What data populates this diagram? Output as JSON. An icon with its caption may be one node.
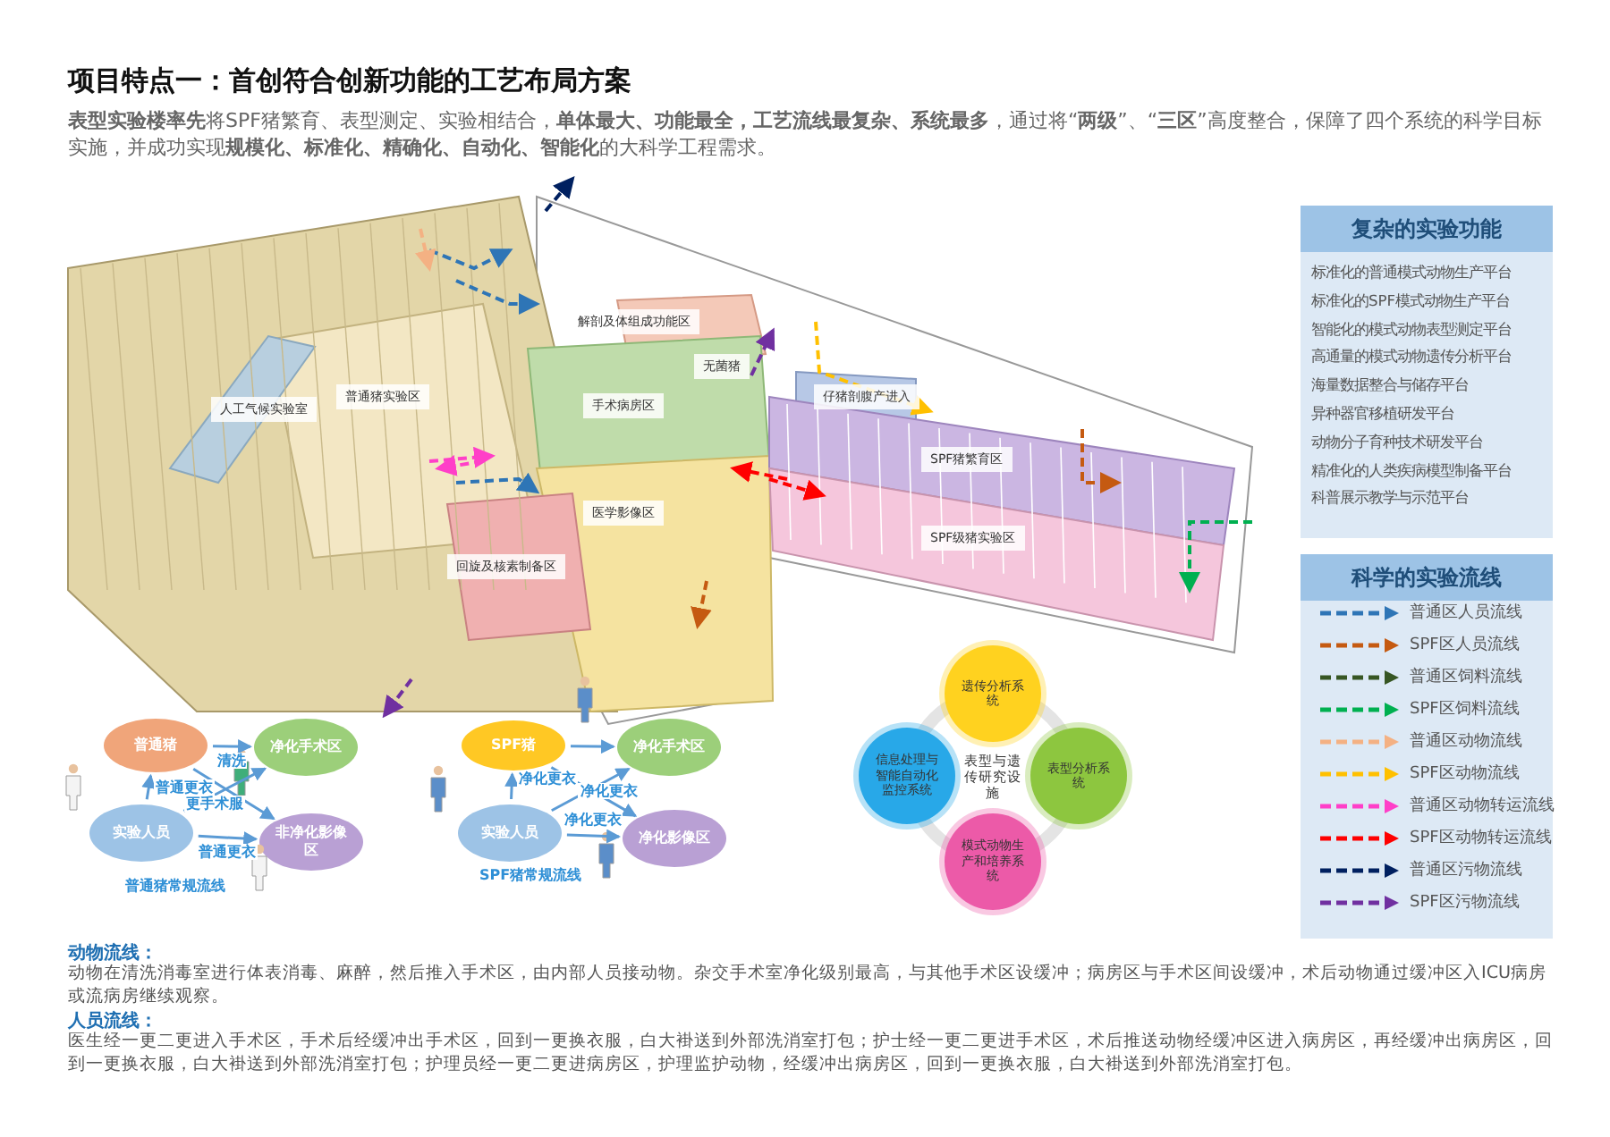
{
  "diagram": {
    "title": "项目特点一：首创符合创新功能的工艺布局方案",
    "nodes": [
      {
        "text": [
          "普通猪"
        ]
      },
      {
        "text": [
          "净化手术区"
        ]
      },
      {
        "text": [
          "实验人员"
        ]
      },
      {
        "text": [
          "非净化影像区"
        ]
      },
      {
        "text": [
          "SPF猪"
        ]
      },
      {
        "text": [
          "净化手术区"
        ]
      },
      {
        "text": [
          "实验人员"
        ]
      },
      {
        "text": [
          "净化影像区"
        ]
      },
      {
        "text": [
          "表型与遗传研究设施"
        ]
      },
      {
        "text": [
          "遗传分析系统"
        ]
      },
      {
        "text": [
          "表型分析系统"
        ]
      },
      {
        "text": [
          "模式动物生产和培养系统"
        ]
      },
      {
        "text": [
          "信息处理与智能自动化监控系统"
        ]
      },
      {
        "text": [
          "复杂的实验功能",
          "标准化的普通模式动物生产平台",
          "标准化的SPF模式动物生产平台",
          "智能化的模式动物表型测定平台",
          "高通量的模式动物遗传分析平台",
          "海量数据整合与储存平台",
          "异种器官移植研发平台",
          "动物分子育种技术研发平台",
          "精准化的人类疾病模型制备平台",
          "科普展示教学与示范平台"
        ]
      }
    ],
    "edges": [
      {
        "from": 0,
        "to": 1,
        "arrow": "to",
        "label": "清洗"
      },
      {
        "from": 0,
        "to": 3,
        "arrow": "to"
      },
      {
        "from": 2,
        "to": 0,
        "arrow": "to",
        "label": "普通更衣"
      },
      {
        "from": 2,
        "to": 1,
        "arrow": "to",
        "label": "更手术服"
      },
      {
        "from": 2,
        "to": 3,
        "arrow": "to",
        "label": "普通更衣"
      },
      {
        "from": 4,
        "to": 5,
        "arrow": "to"
      },
      {
        "from": 4,
        "to": 7,
        "arrow": "to"
      },
      {
        "from": 6,
        "to": 4,
        "arrow": "to",
        "label": "净化更衣"
      },
      {
        "from": 6,
        "to": 5,
        "arrow": "to",
        "label": "净化更衣"
      },
      {
        "from": 6,
        "to": 7,
        "arrow": "to",
        "label": "净化更衣"
      }
    ],
    "labels": [
      "**表型实验楼率先**将SPF猪繁育、表型测定、实验相结合，**单体最大、功能最全，工艺流线最复杂、系统最多**，通过将“**两级**”、“**三区**”高度整合，保障了四个系统的科学目标实施，并成功实现**规模化、标准化、精确化、自动化、智能化**的大科学工程需求。",
      "人工气候实验室",
      "普通猪实验区",
      "解剖及体组成功能区",
      "无菌猪",
      "手术病房区",
      "仔猪剖腹产进入",
      "SPF猪繁育区",
      "医学影像区",
      "SPF级猪实验区",
      "回旋及核素制备区",
      "普通猪常规流线",
      "SPF猪常规流线",
      "科学的实验流线",
      "动物流线：",
      "动物在清洗消毒室进行体表消毒、麻醉，然后推入手术区，由内部人员接动物。杂交手术室净化级别最高，与其他手术区设缓冲；病房区与手术区间设缓冲，术后动物通过缓冲区入ICU病房或流病房继续观察。",
      "人员流线：",
      "医生经一更二更进入手术区，手术后经缓冲出手术区，回到一更换衣服，白大褂送到外部洗消室打包；护士经一更二更进手术区，术后推送动物经缓冲区进入病房区，再经缓冲出病房区，回到一更换衣服，白大褂送到外部洗消室打包；护理员经一更二更进病房区，护理监护动物，经缓冲出病房区，回到一更换衣服，白大褂送到外部洗消室打包。"
    ],
    "legend": [
      {
        "text": "普通区人员流线",
        "color": "#2e75b6"
      },
      {
        "text": "SPF区人员流线",
        "color": "#c55a11"
      },
      {
        "text": "普通区饲料流线",
        "color": "#375623"
      },
      {
        "text": "SPF区饲料流线",
        "color": "#00b050"
      },
      {
        "text": "普通区动物流线",
        "color": "#f4b183"
      },
      {
        "text": "SPF区动物流线",
        "color": "#ffc000"
      },
      {
        "text": "普通区动物转运流线",
        "color": "#ff3fc8"
      },
      {
        "text": "SPF区动物转运流线",
        "color": "#ff0000"
      },
      {
        "text": "普通区污物流线",
        "color": "#002060"
      },
      {
        "text": "SPF区污物流线",
        "color": "#7030a0"
      }
    ]
  }
}
